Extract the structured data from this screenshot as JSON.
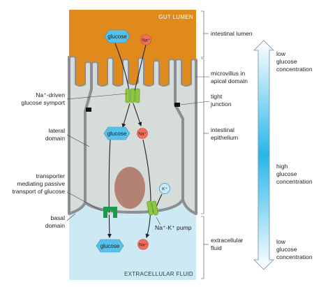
{
  "regions": {
    "gut_lumen": "GUT LUMEN",
    "extracellular_fluid": "EXTRACELLULAR FLUID"
  },
  "molecules": {
    "glucose_top": "glucose",
    "glucose_mid": "glucose",
    "glucose_bottom": "glucose",
    "na_top": "Na⁺",
    "na_mid": "Na⁺",
    "na_bottom": "Na⁺",
    "k": "K⁺"
  },
  "left_labels": {
    "symport_line1": "Na⁺-driven",
    "symport_line2": "glucose symport",
    "lateral_line1": "lateral",
    "lateral_line2": "domain",
    "transporter_line1": "transporter",
    "transporter_line2": "mediating passive",
    "transporter_line3": "transport of glucose",
    "basal_line1": "basal",
    "basal_line2": "domain"
  },
  "right_labels": {
    "intestinal_lumen": "intestinal lumen",
    "microvillus_line1": "microvillus in",
    "microvillus_line2": "apical domain",
    "tight_line1": "tight",
    "tight_line2": "junction",
    "epithelium_line1": "intestinal",
    "epithelium_line2": "epithelium",
    "ecf_line1": "extracellular",
    "ecf_line2": "fluid",
    "pump": "Na⁺-K⁺ pump"
  },
  "gradient_labels": {
    "top_line1": "low",
    "top_line2": "glucose",
    "top_line3": "concentration",
    "mid_line1": "high",
    "mid_line2": "glucose",
    "mid_line3": "concentration",
    "bot_line1": "low",
    "bot_line2": "glucose",
    "bot_line3": "concentration"
  },
  "colors": {
    "lumen": "#e08a1c",
    "cytoplasm": "#d6dcd9",
    "membrane": "#8c8f92",
    "extracellular": "#cde9f4",
    "glucose": "#57c1ec",
    "sodium": "#f26d5b",
    "potassium": "#c9e9f8",
    "nucleus": "#b48275",
    "transporter": "#8cc83d",
    "basal_transporter": "#1f9a4a",
    "gradient_high": "#27b6ea"
  }
}
